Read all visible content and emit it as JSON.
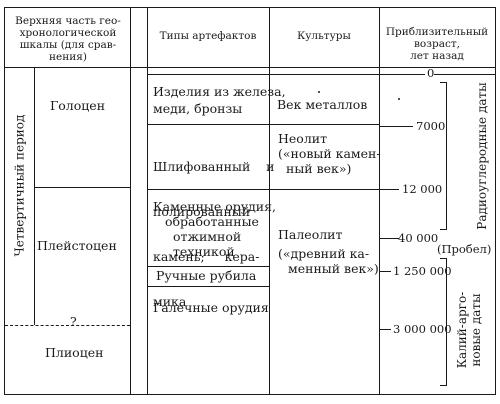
{
  "headers": {
    "geo": [
      "Верхняя часть гео-",
      "хронологической",
      "шкалы (для срав-",
      "нения)"
    ],
    "artifacts": "Типы артефактов",
    "cultures": "Культуры",
    "age": [
      "Приблизительный",
      "возраст,",
      "лет назад"
    ]
  },
  "geo_scale": {
    "period": "Четвертичный период",
    "holocene": "Голоцен",
    "pleistocene": "Плейстоцен",
    "pliocene": "Плиоцен",
    "question": "?"
  },
  "artifacts": {
    "metal": [
      "Изделия из железа,",
      "меди, бронзы"
    ],
    "polished": [
      "Шлифованный    и",
      "полированный",
      "камень;     кера-",
      "мика"
    ],
    "pressure": [
      "Каменные орудия,",
      "обработанные",
      "отжимной",
      "техникой"
    ],
    "handaxes": "Ручные рубила",
    "pebble": "Галечные орудия"
  },
  "cultures": {
    "metal_age": "Век металлов",
    "neolithic": [
      "Неолит",
      "(«новый камен-",
      "ный век»)"
    ],
    "paleolithic": [
      "Палеолит",
      "(«древний ка-",
      "менный век»)"
    ]
  },
  "ages": {
    "zero": "0",
    "a7000": "7000",
    "a12000": "12 000",
    "a40000": "40 000",
    "gap": "(Пробел)",
    "a1250000": "1 250 000",
    "a3000000": "3 000 000"
  },
  "methods": {
    "radiocarbon": "Радиоуглеродные даты",
    "kar": [
      "Калий-арго-",
      "новые даты"
    ]
  }
}
